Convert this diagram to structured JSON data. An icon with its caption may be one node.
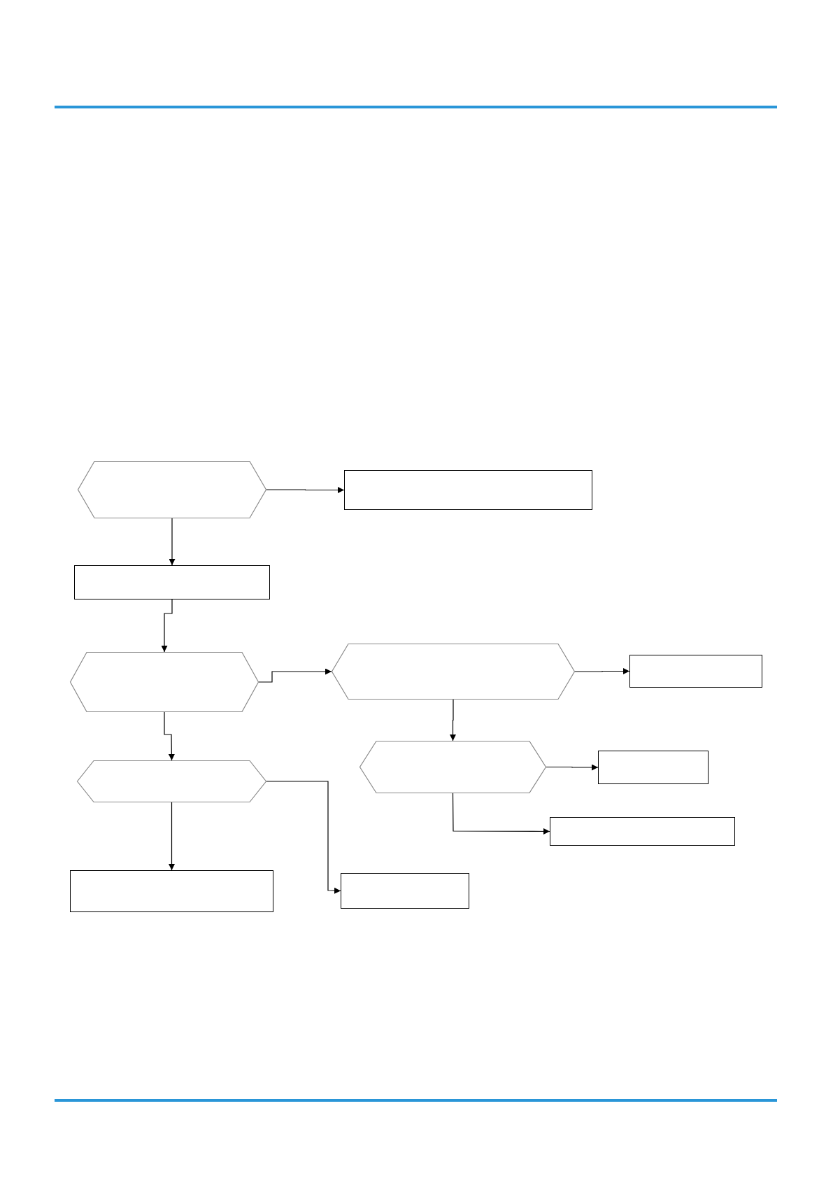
{
  "diagram": {
    "nodes": [
      {
        "text": [],
        "shape": "hexagon"
      },
      {
        "text": [],
        "shape": "box"
      },
      {
        "text": [],
        "shape": "box"
      },
      {
        "text": [],
        "shape": "hexagon"
      },
      {
        "text": [],
        "shape": "hexagon"
      },
      {
        "text": [],
        "shape": "box"
      },
      {
        "text": [],
        "shape": "hexagon"
      },
      {
        "text": [],
        "shape": "box"
      },
      {
        "text": [],
        "shape": "box"
      },
      {
        "text": [],
        "shape": "hexagon"
      },
      {
        "text": [],
        "shape": "box"
      },
      {
        "text": [],
        "shape": "box"
      }
    ],
    "edges": [
      {
        "from": 0,
        "to": 1,
        "arrow": "to"
      },
      {
        "from": 0,
        "to": 2,
        "arrow": "to"
      },
      {
        "from": 2,
        "to": 3,
        "arrow": "to"
      },
      {
        "from": 3,
        "to": 4,
        "arrow": "to"
      },
      {
        "from": 4,
        "to": 5,
        "arrow": "to"
      },
      {
        "from": 4,
        "to": 6,
        "arrow": "to"
      },
      {
        "from": 6,
        "to": 7,
        "arrow": "to"
      },
      {
        "from": 6,
        "to": 8,
        "arrow": "to"
      },
      {
        "from": 3,
        "to": 9,
        "arrow": "to"
      },
      {
        "from": 9,
        "to": 10,
        "arrow": "to"
      },
      {
        "from": 9,
        "to": 11,
        "arrow": "to"
      }
    ]
  }
}
